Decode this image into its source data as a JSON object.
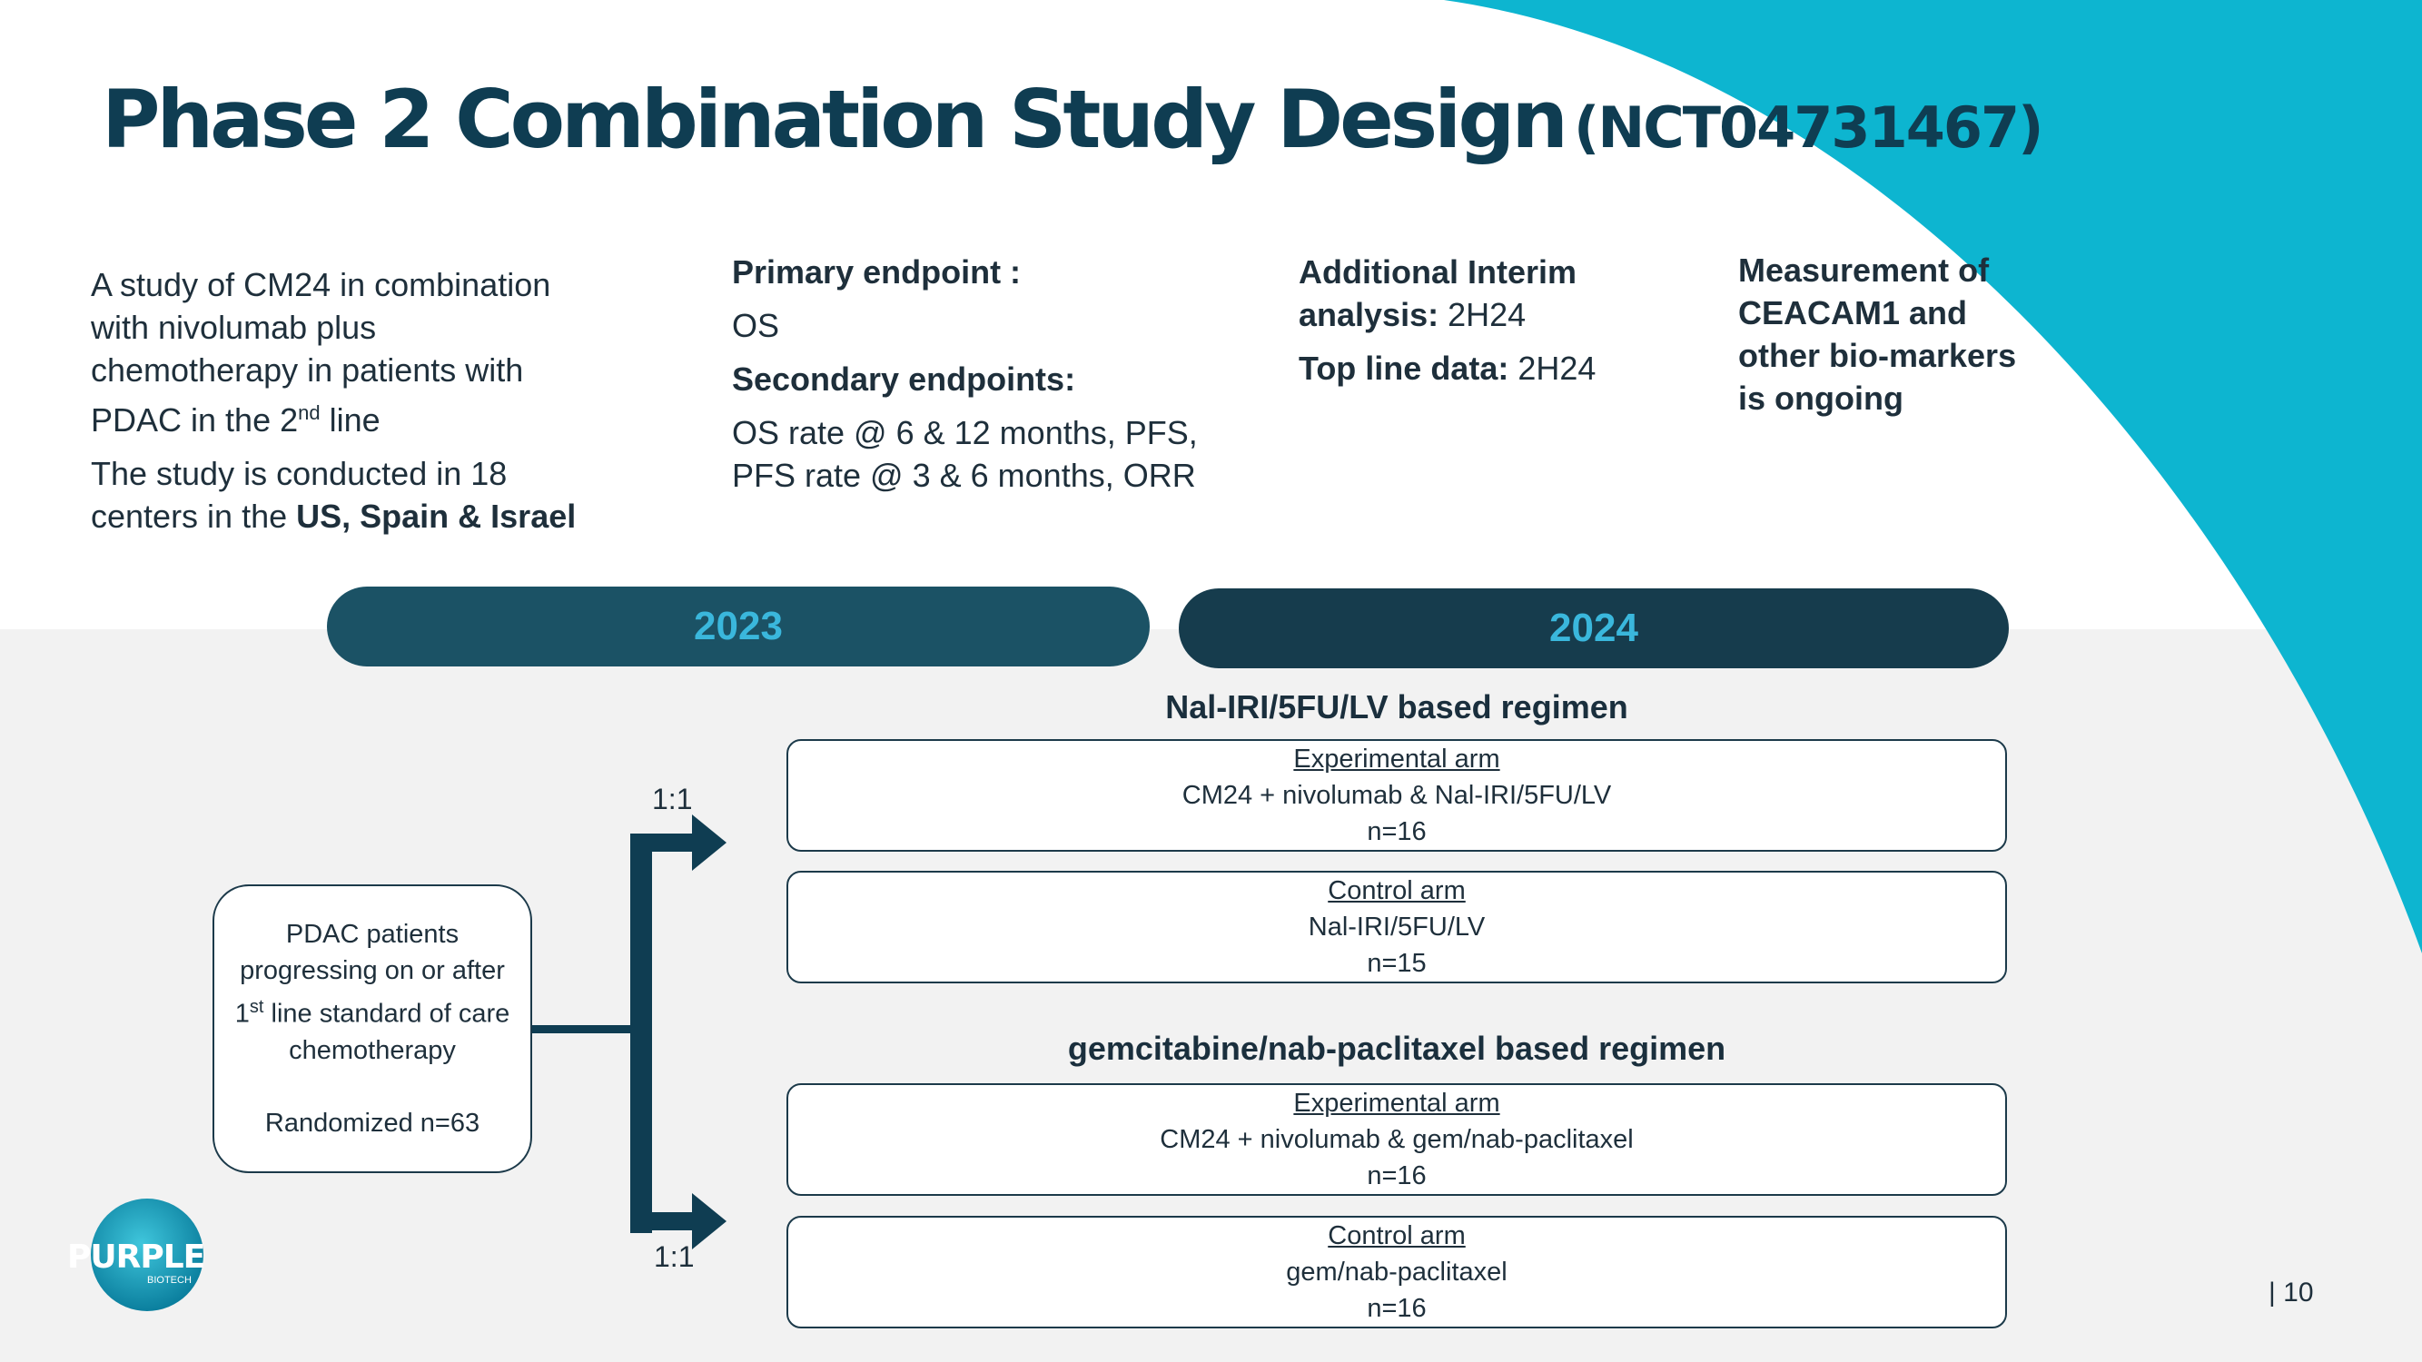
{
  "title": {
    "main": "Phase 2 Combination Study Design",
    "code": "(NCT04731467)"
  },
  "col1": {
    "line1": "A study of CM24 in combination",
    "line2": "with nivolumab plus",
    "line3": "chemotherapy in patients with",
    "line4_pre": "PDAC in the 2",
    "line4_sup": "nd",
    "line4_post": " line",
    "line5": "The study is conducted in 18",
    "line6_pre": "centers in the ",
    "line6_bold": "US, Spain & Israel"
  },
  "col2": {
    "primary_label": "Primary endpoint :",
    "primary_value": "OS",
    "secondary_label": "Secondary endpoints:",
    "secondary_line1": "OS rate @ 6 & 12 months, PFS,",
    "secondary_line2": "PFS rate @ 3 & 6 months, ORR"
  },
  "col3": {
    "interim_label1": "Additional Interim",
    "interim_label2": "analysis:",
    "interim_value": " 2H24",
    "topline_label": "Top line data:",
    "topline_value": " 2H24"
  },
  "col4": {
    "line1": "Measurement of",
    "line2": "CEACAM1 and",
    "line3": "other bio-markers",
    "line4": "is ongoing"
  },
  "timeline": {
    "year1": "2023",
    "year2": "2024"
  },
  "regimens": [
    {
      "name": "Nal-IRI/5FU/LV based regimen",
      "arms": [
        {
          "label": "Experimental arm",
          "treatment": "CM24 + nivolumab & Nal-IRI/5FU/LV",
          "n": "n=16"
        },
        {
          "label": "Control arm",
          "treatment": "Nal-IRI/5FU/LV",
          "n": "n=15"
        }
      ]
    },
    {
      "name": "gemcitabine/nab-paclitaxel based regimen",
      "arms": [
        {
          "label": "Experimental arm",
          "treatment": "CM24 + nivolumab & gem/nab-paclitaxel",
          "n": "n=16"
        },
        {
          "label": "Control arm",
          "treatment": "gem/nab-paclitaxel",
          "n": "n=16"
        }
      ]
    }
  ],
  "patients": {
    "line1": "PDAC patients",
    "line2": "progressing on or after",
    "line3_pre": "1",
    "line3_sup": "st",
    "line3_post": " line standard of care",
    "line4": "chemotherapy",
    "line5": "Randomized n=63"
  },
  "ratios": {
    "top": "1:1",
    "bottom": "1:1"
  },
  "logo": {
    "text": "PURPLE",
    "sub": "BIOTECH"
  },
  "page_number": "| 10",
  "colors": {
    "accent": "#0db5d0",
    "title": "#0f3d52",
    "pill_2023": "#1b5265",
    "pill_2024": "#163c4d",
    "year_text": "#3ab7dc",
    "lower_bg": "#f2f2f2"
  }
}
